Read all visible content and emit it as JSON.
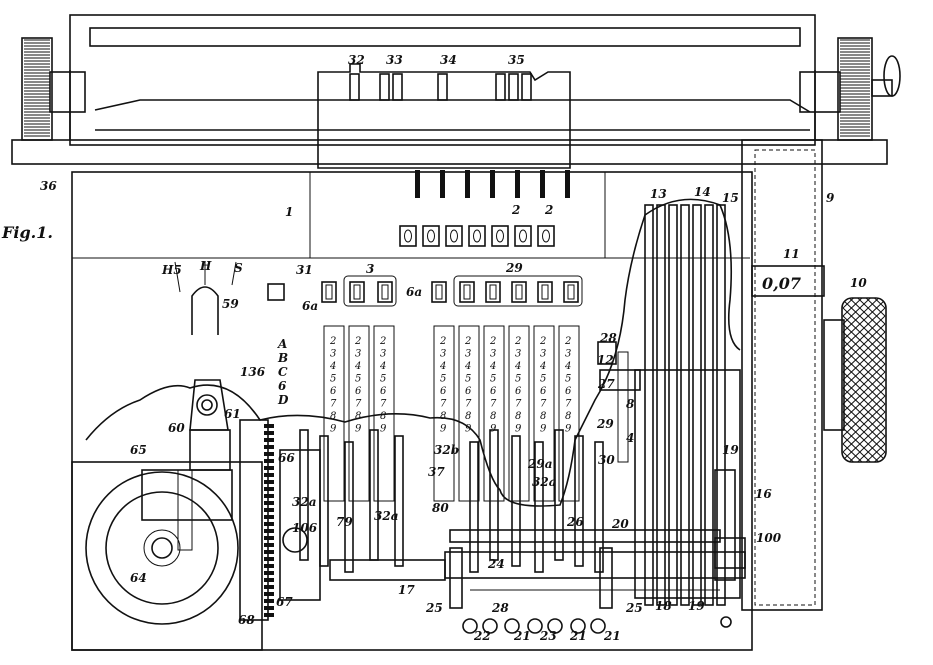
{
  "figure_label": "Fig.1.",
  "register_display": "0,07",
  "row_letters": [
    "A",
    "B",
    "C",
    "6",
    "D"
  ],
  "scale_digits": [
    "2",
    "3",
    "4",
    "5",
    "6",
    "7",
    "8",
    "9"
  ],
  "labels": {
    "l1": "1",
    "l2a": "2",
    "l2b": "2",
    "l3": "3",
    "l6a_left": "6a",
    "l6a_right": "6a",
    "l9": "9",
    "l10": "10",
    "l11": "11",
    "l12": "12",
    "l13": "13",
    "l14": "14",
    "l15": "15",
    "l16": "16",
    "l17": "17",
    "l18": "18",
    "l19_right": "19",
    "l19_bottom": "19",
    "l20": "20",
    "l21a": "21",
    "l21b": "21",
    "l21c": "21",
    "l22": "22",
    "l23": "23",
    "l24": "24",
    "l25_left": "25",
    "l25_right": "25",
    "l26": "26",
    "l27": "27",
    "l28_top": "28",
    "l28_bottom": "28",
    "l29_top": "29",
    "l29_mid": "29",
    "l29a": "29a",
    "l30": "30",
    "l31": "31",
    "l32": "32",
    "l32a_left": "32a",
    "l32a_mid": "32a",
    "l32a_right": "32a",
    "l32b": "32b",
    "l33": "33",
    "l34": "34",
    "l35": "35",
    "l36": "36",
    "l37": "37",
    "l59": "59",
    "l60": "60",
    "l61": "61",
    "l64": "64",
    "l65": "65",
    "l66": "66",
    "l67": "67",
    "l68": "68",
    "l79": "79",
    "l80": "80",
    "l100": "100",
    "l106": "106",
    "l136": "136",
    "lH": "H",
    "lH5": "H5",
    "lS": "S",
    "l4": "4",
    "l8": "8"
  }
}
